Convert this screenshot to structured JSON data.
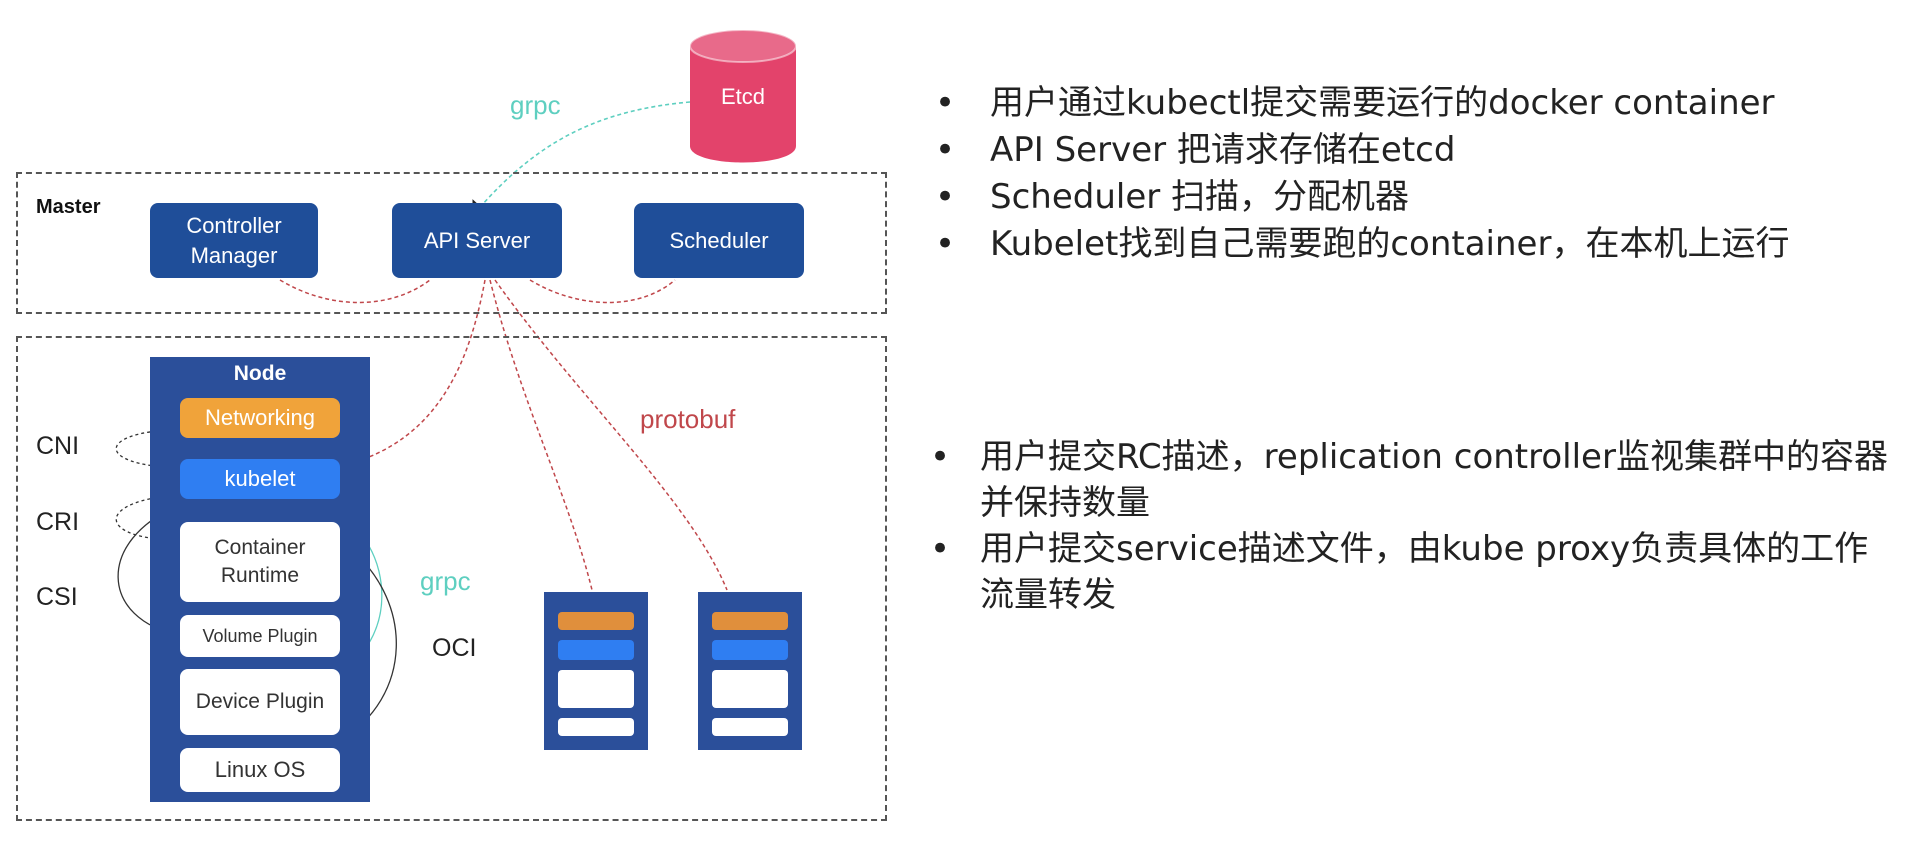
{
  "etcd": {
    "label": "Etcd",
    "color": "#e3436b"
  },
  "connections": {
    "grpc_top": "grpc",
    "grpc_side": "grpc",
    "protobuf": "protobuf",
    "grpc_color": "#5ecfc0",
    "protobuf_color": "#c0474b"
  },
  "master": {
    "label": "Master",
    "components": [
      {
        "label": "Controller\nManager"
      },
      {
        "label": "API Server"
      },
      {
        "label": "Scheduler"
      }
    ]
  },
  "node": {
    "title": "Node",
    "networking": "Networking",
    "kubelet": "kubelet",
    "container_runtime": "Container\nRuntime",
    "volume_plugin": "Volume Plugin",
    "device_plugin": "Device Plugin",
    "linux_os": "Linux OS",
    "accent_orange": "#f0a33a",
    "accent_blue": "#2f7ef2"
  },
  "interfaces": {
    "cni": "CNI",
    "cri": "CRI",
    "csi": "CSI",
    "oci": "OCI"
  },
  "bullets_top": [
    "用户通过kubectl提交需要运行的docker container",
    "API Server 把请求存储在etcd",
    "Scheduler 扫描，分配机器",
    "Kubelet找到自己需要跑的container，在本机上运行"
  ],
  "bullets_bottom": [
    "用户提交RC描述，replication controller监视集群中的容器并保持数量",
    "用户提交service描述文件，由kube proxy负责具体的工作流量转发"
  ]
}
